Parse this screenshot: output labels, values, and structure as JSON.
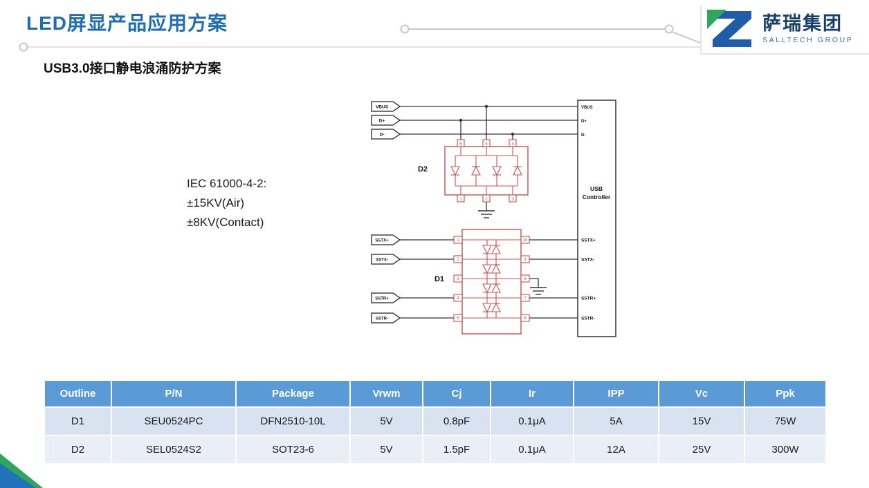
{
  "slide": {
    "title": "LED屏显产品应用方案",
    "subtitle": "USB3.0接口静电浪涌防护方案"
  },
  "logo": {
    "company": "萨瑞集团",
    "company_en": "SALLTECH GROUP"
  },
  "diagram": {
    "iec_note": {
      "line1": "IEC 61000-4-2:",
      "line2": "±15KV(Air)",
      "line3": "±8KV(Contact)"
    },
    "top_inputs": {
      "vbus": "VBUS",
      "dplus": "D+",
      "dminus": "D-"
    },
    "bottom_inputs": {
      "sstx_p": "SSTX+",
      "sstx_n": "SSTX-",
      "sstr_p": "SSTR+",
      "sstr_n": "SSTR-"
    },
    "d2": {
      "label": "D2",
      "pins_top": {
        "p6": "6",
        "p5": "5",
        "p4": "4"
      },
      "pins_bottom": {
        "p1": "1",
        "p2": "2",
        "p3": "3"
      }
    },
    "d1": {
      "label": "D1",
      "pins_left": {
        "p1": "1",
        "p2": "2",
        "p3": "3",
        "p4": "4",
        "p5": "5"
      },
      "pins_right": {
        "p10": "10",
        "p9": "9",
        "p8": "8",
        "p7": "7",
        "p6": "6"
      }
    },
    "controller": {
      "line1": "USB",
      "line2": "Controller",
      "pin_vbus": "VBUS",
      "pin_dp": "D+",
      "pin_dn": "D-",
      "pin_sstx_p": "SSTX+",
      "pin_sstx_n": "SSTX-",
      "pin_sstr_p": "SSTR+",
      "pin_sstr_n": "SSTR-"
    }
  },
  "table": {
    "headers": [
      "Outline",
      "P/N",
      "Package",
      "Vrwm",
      "Cj",
      "Ir",
      "IPP",
      "Vc",
      "Ppk"
    ],
    "rows": [
      [
        "D1",
        "SEU0524PC",
        "DFN2510-10L",
        "5V",
        "0.8pF",
        "0.1μA",
        "5A",
        "15V",
        "75W"
      ],
      [
        "D2",
        "SEL0524S2",
        "SOT23-6",
        "5V",
        "1.5pF",
        "0.1μA",
        "12A",
        "25V",
        "300W"
      ]
    ]
  },
  "colors": {
    "title_blue": "#1f6cb4",
    "schematic_red": "#c9504e",
    "wire_black": "#333333",
    "table_header_blue": "#5b9bd5",
    "table_row_odd": "#d9e2f0",
    "table_row_even": "#e9eef7",
    "logo_navy": "#17406b",
    "logo_green": "#2fa65c",
    "logo_blue": "#1f5ca9",
    "deco_gray": "#c8c8c8"
  }
}
